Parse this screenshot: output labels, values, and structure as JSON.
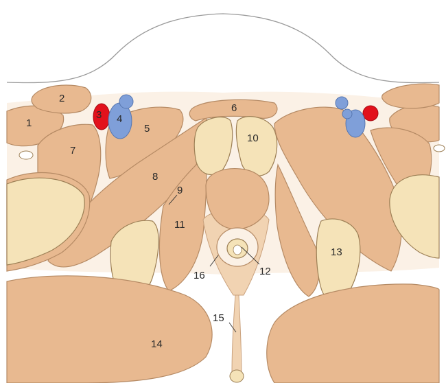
{
  "colors": {
    "background": "#ffffff",
    "outline": "#9a9a9a",
    "muscle": "#e8b990",
    "muscle_stroke": "#b58a64",
    "bone": "#f5e3b8",
    "bone_stroke": "#9c7f55",
    "artery": "#e2111c",
    "vein": "#7f9fd9",
    "fascia": "#f1d3b2"
  },
  "labels": [
    "1",
    "2",
    "3",
    "4",
    "5",
    "6",
    "7",
    "8",
    "9",
    "10",
    "11",
    "12",
    "13",
    "14",
    "15",
    "16"
  ]
}
